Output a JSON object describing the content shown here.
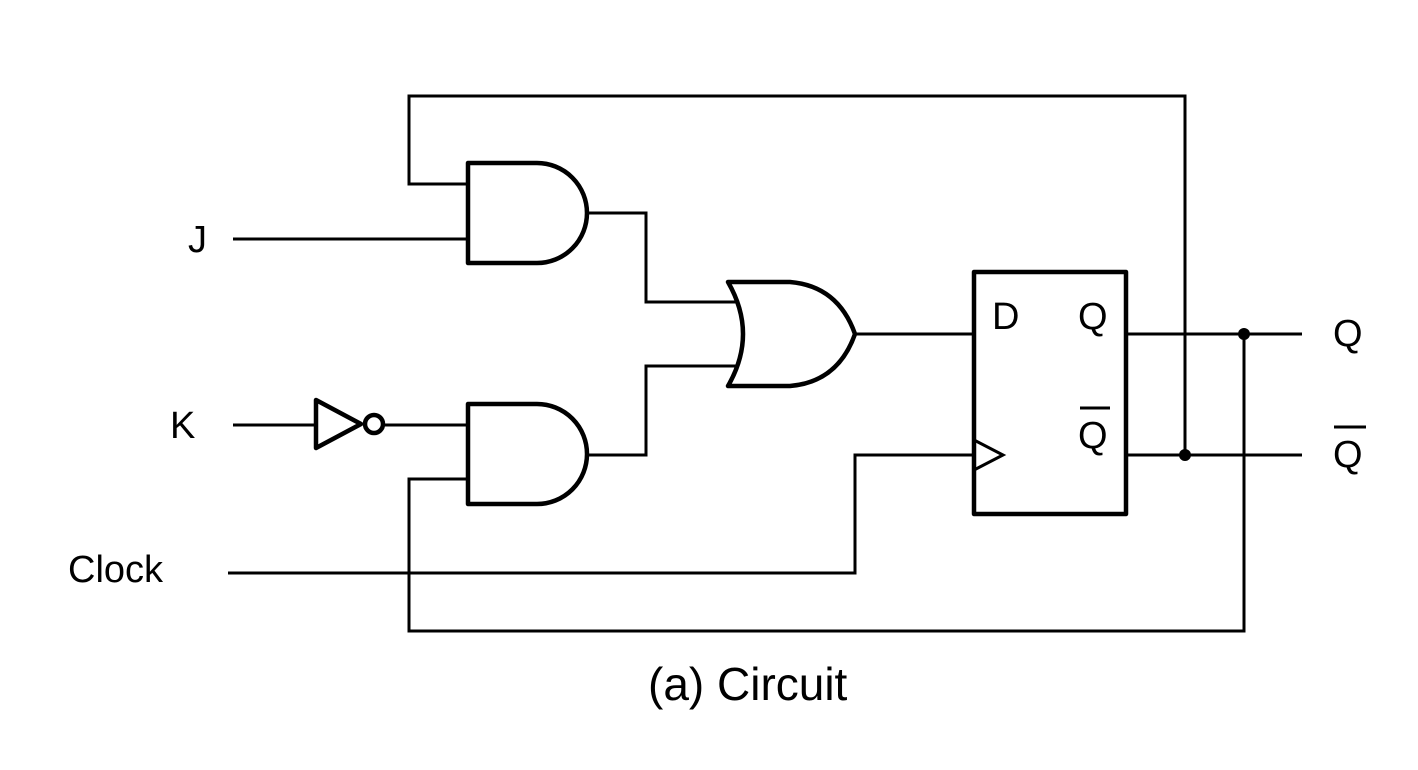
{
  "inputs": {
    "j": "J",
    "k": "K",
    "clock": "Clock"
  },
  "flipflop": {
    "d": "D",
    "q": "Q",
    "qbar": "Q"
  },
  "outputs": {
    "q": "Q",
    "qbar": "Q"
  },
  "caption": "(a) Circuit"
}
